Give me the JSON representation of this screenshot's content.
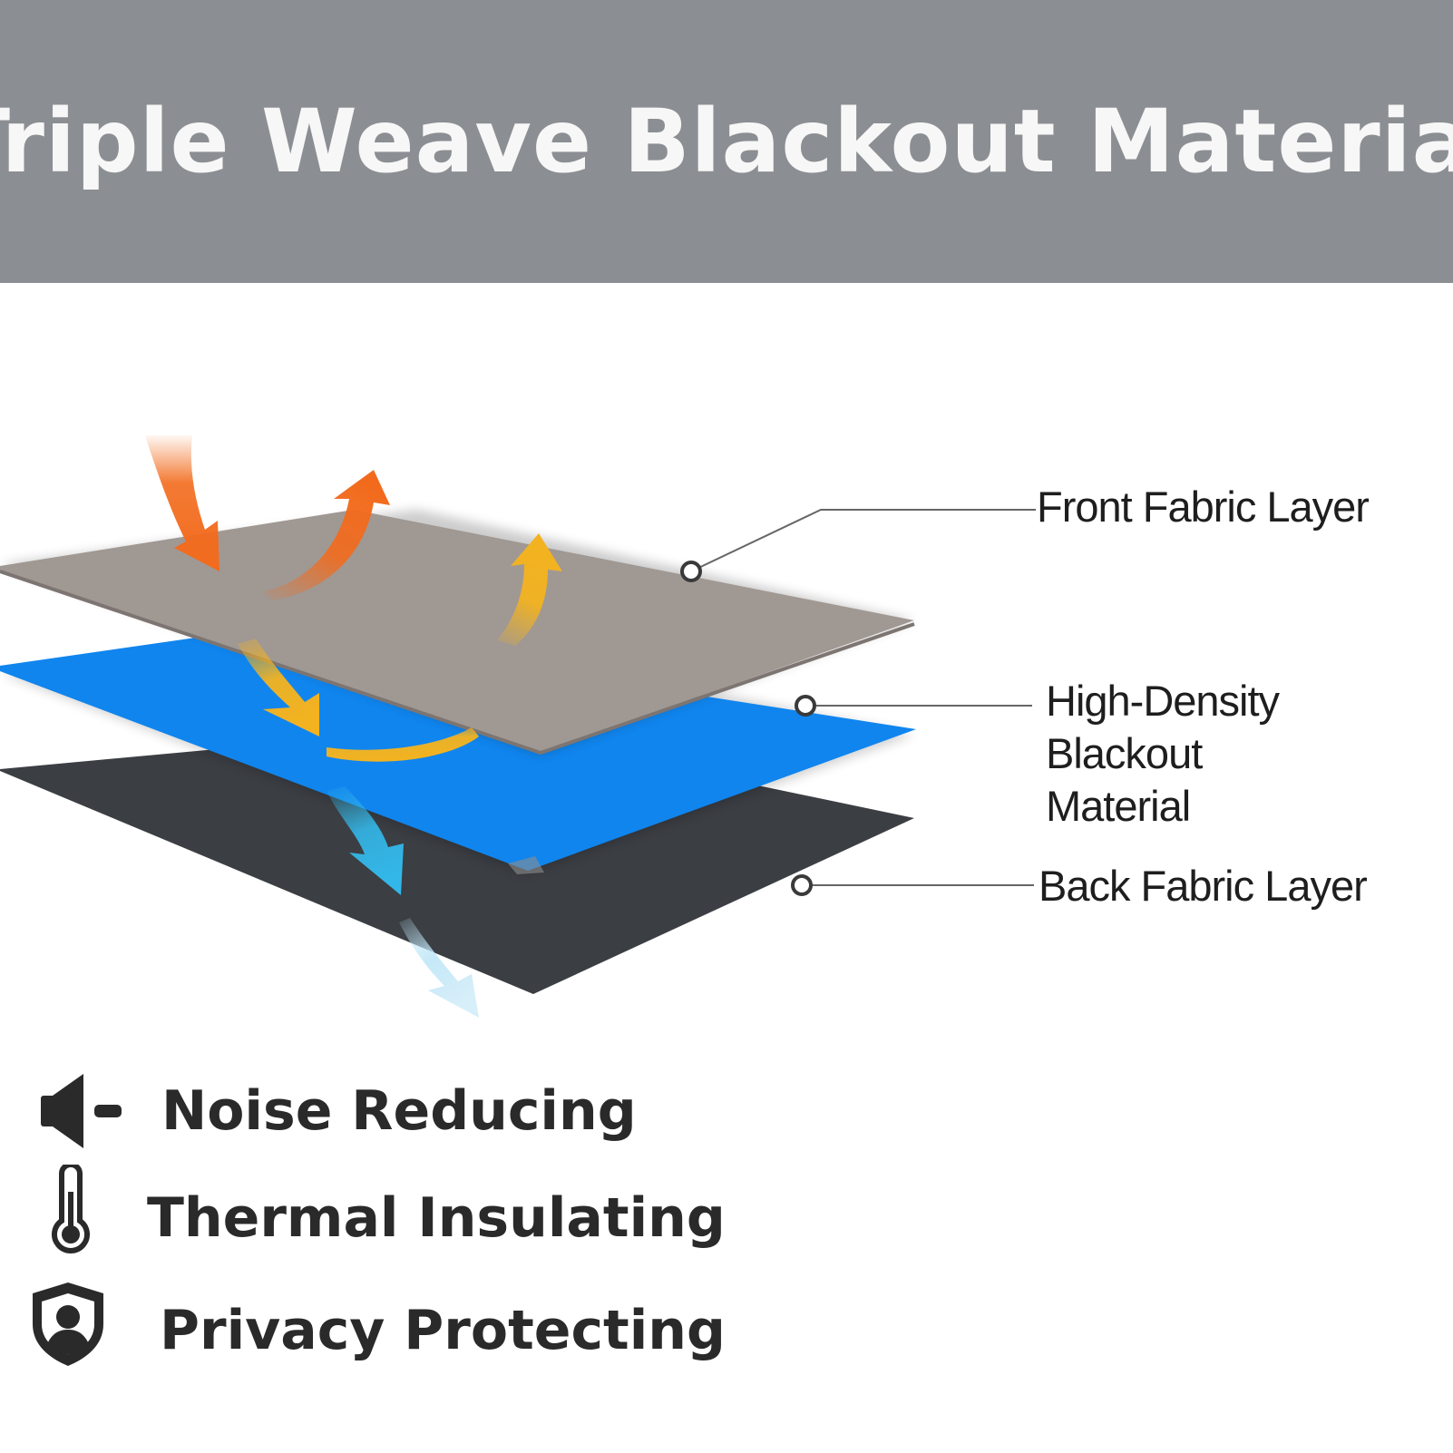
{
  "header": {
    "title": "Triple Weave Blackout Material"
  },
  "layers": {
    "front": {
      "label": "Front Fabric Layer",
      "color": "#a09893"
    },
    "middle": {
      "label_lines": [
        "High-Density",
        "Blackout",
        "Material"
      ],
      "color": "#1085ee"
    },
    "back": {
      "label": "Back Fabric Layer",
      "color": "#3b3e43"
    }
  },
  "arrow_colors": {
    "heat": "#f26b1d",
    "warm": "#f3b320",
    "cool": "#33b7e8",
    "light": "#bfe6f7"
  },
  "features": [
    {
      "icon": "speaker-minus-icon",
      "label": "Noise Reducing"
    },
    {
      "icon": "thermometer-icon",
      "label": "Thermal Insulating"
    },
    {
      "icon": "shield-user-icon",
      "label": "Privacy Protecting"
    }
  ]
}
